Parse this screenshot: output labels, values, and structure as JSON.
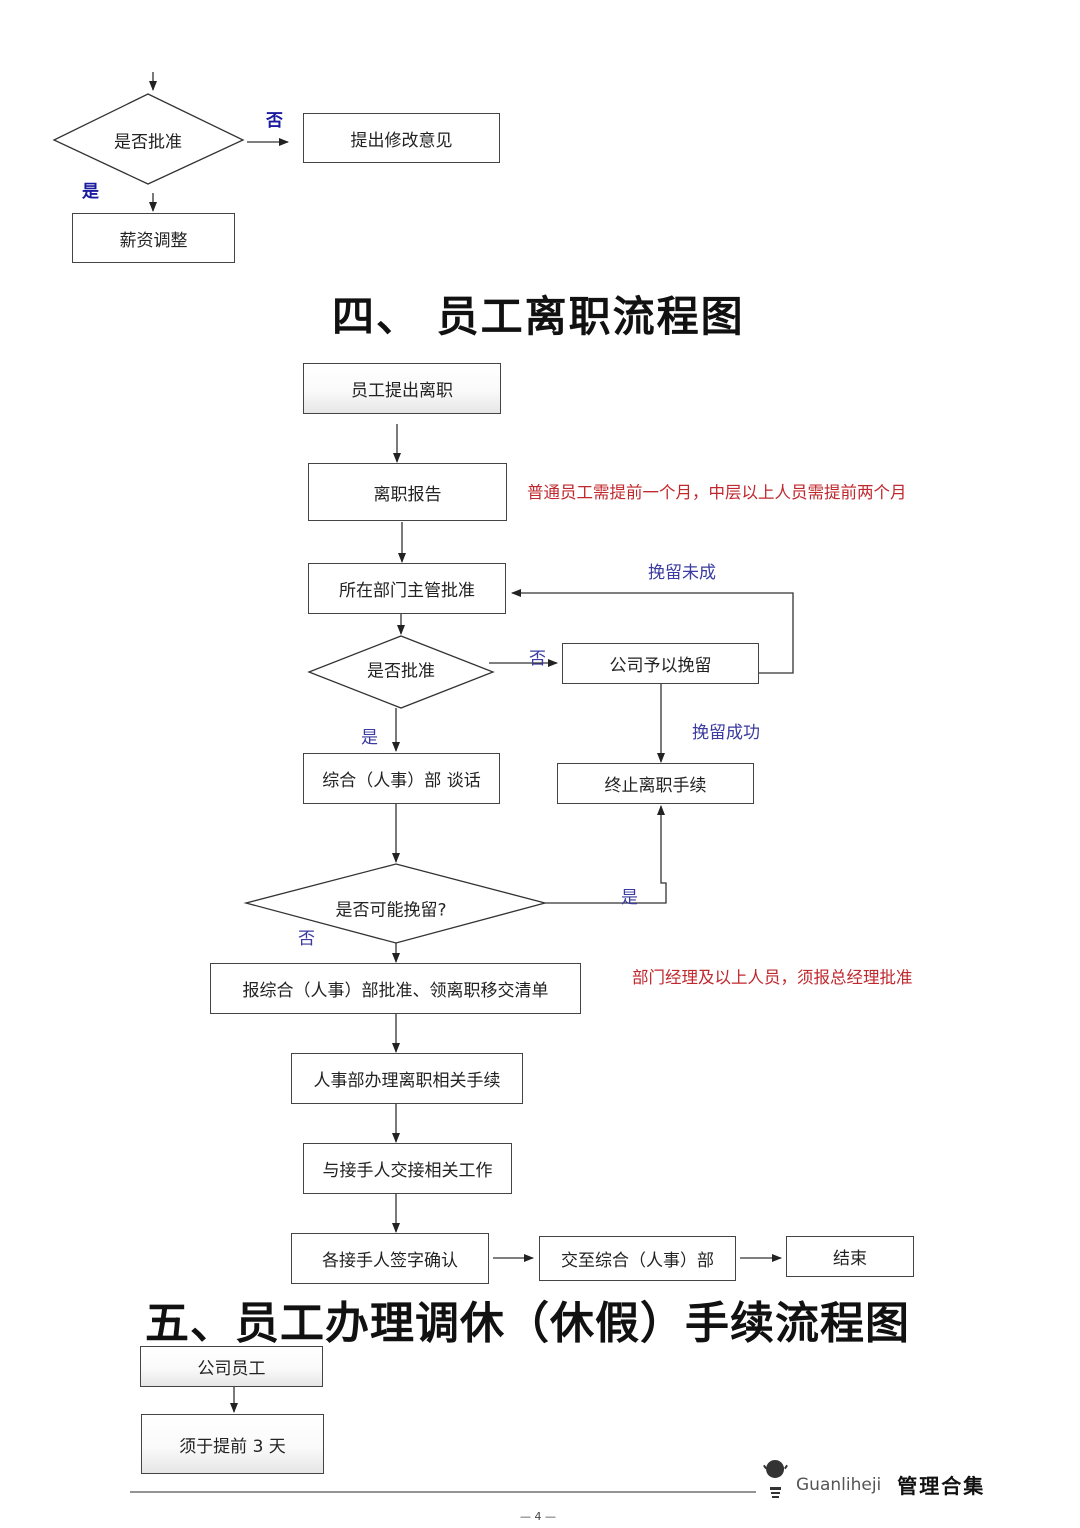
{
  "section3_tail": {
    "decision": "是否批准",
    "no_label": "否",
    "yes_label": "是",
    "no_target": "提出修改意见",
    "yes_target": "薪资调整"
  },
  "section4": {
    "title": "四、 员工离职流程图",
    "nodes": {
      "start": "员工提出离职",
      "report": "离职报告",
      "report_note": "普通员工需提前一个月，中层以上人员需提前两个月",
      "supervisor": "所在部门主管批准",
      "approve_decision": "是否批准",
      "approve_no": "否",
      "approve_yes": "是",
      "retain": "公司予以挽留",
      "retain_fail": "挽留未成",
      "retain_success": "挽留成功",
      "terminate": "终止离职手续",
      "talk": "综合（人事）部 谈话",
      "can_retain_decision": "是否可能挽留?",
      "can_retain_yes": "是",
      "can_retain_no": "否",
      "hr_approve": "报综合（人事）部批准、领离职移交清单",
      "hr_approve_note": "部门经理及以上人员，须报总经理批准",
      "hr_procedures": "人事部办理离职相关手续",
      "handover": "与接手人交接相关工作",
      "sign": "各接手人签字确认",
      "submit": "交至综合（人事）部",
      "end": "结束"
    }
  },
  "section5": {
    "title": "五、员工办理调休（休假）手续流程图",
    "nodes": {
      "employee": "公司员工",
      "advance": "须于提前 3 天"
    }
  },
  "footer": {
    "brand_en": "Guanliheji",
    "brand_cn": "管理合集",
    "icon": "lightbulb-icon",
    "page_number": "— 4 —"
  }
}
